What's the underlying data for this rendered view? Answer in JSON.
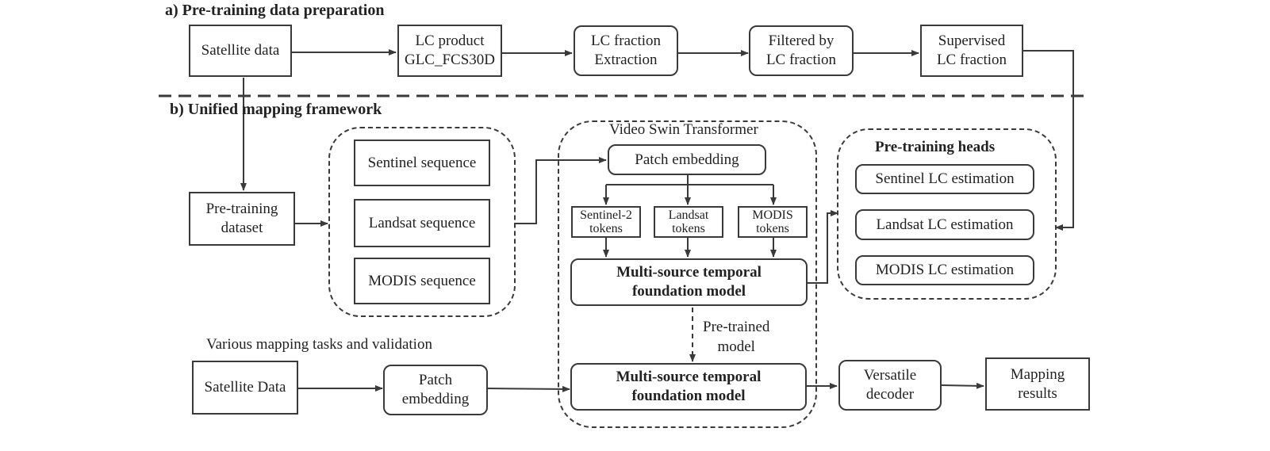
{
  "sections": {
    "a_title": "a)   Pre-training data preparation",
    "b_title": "b) Unified  mapping framework"
  },
  "prep": {
    "satellite_data": "Satellite  data",
    "lc_product": "LC product\nGLC_FCS30D",
    "lc_fraction_extraction": "LC fraction\nExtraction",
    "filtered": "Filtered by\nLC fraction",
    "supervised": "Supervised\nLC fraction"
  },
  "framework": {
    "pretraining_dataset": "Pre-training\ndataset",
    "sequences": [
      "Sentinel sequence",
      "Landsat sequence",
      "MODIS sequence"
    ],
    "vst_title": "Video Swin Transformer",
    "patch_embedding": "Patch embedding",
    "tokens": [
      "Sentinel-2\ntokens",
      "Landsat\ntokens",
      "MODIS\ntokens"
    ],
    "foundation_model": "Multi-source temporal\nfoundation model",
    "pretrained_model": "Pre-trained\nmodel",
    "heads_title": "Pre-training heads",
    "heads": [
      "Sentinel LC estimation",
      "Landsat LC estimation",
      "MODIS LC estimation"
    ]
  },
  "downstream": {
    "title": "Various mapping tasks and validation",
    "satellite_data": "Satellite  Data",
    "patch_embedding": "Patch\nembedding",
    "foundation_model": "Multi-source temporal\nfoundation model",
    "decoder": "Versatile\ndecoder",
    "results": "Mapping\nresults"
  }
}
